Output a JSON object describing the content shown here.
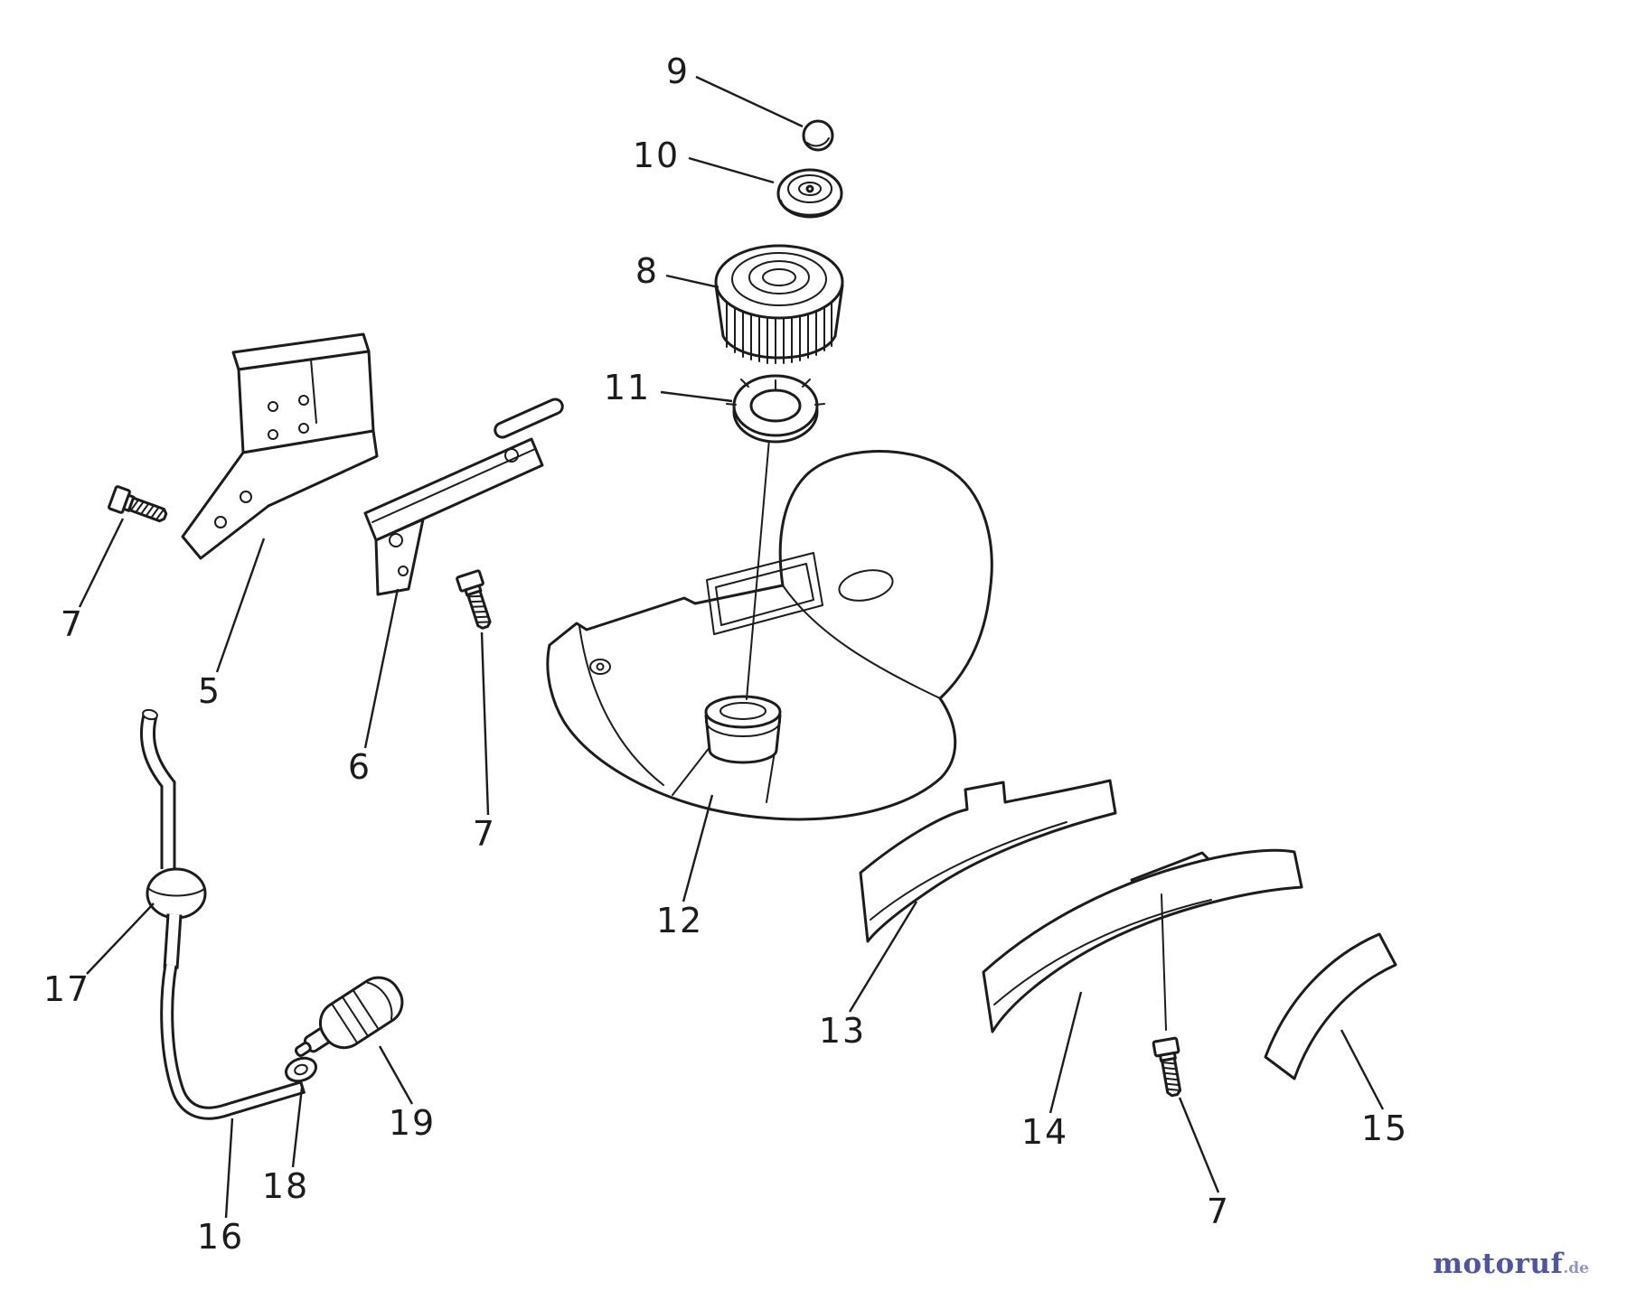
{
  "page": {
    "background_color": "#ffffff"
  },
  "watermark": {
    "brand": "motoruf",
    "tld": ".de",
    "brand_color": "#4f55a3",
    "tld_color": "#9296bf"
  },
  "diagram": {
    "kind": "exploded-parts-diagram",
    "ink_color": "#1c1c1c",
    "callouts": [
      {
        "part": "9",
        "label": [
          750,
          92
        ],
        "line": [
          770,
          85,
          888,
          140
        ]
      },
      {
        "part": "10",
        "label": [
          726,
          185
        ],
        "line": [
          762,
          175,
          856,
          202
        ]
      },
      {
        "part": "8",
        "label": [
          716,
          313
        ],
        "line": [
          737,
          305,
          795,
          318
        ]
      },
      {
        "part": "11",
        "label": [
          694,
          442
        ],
        "line": [
          731,
          434,
          810,
          444
        ]
      },
      {
        "part": "5",
        "label": [
          232,
          778
        ],
        "line": [
          240,
          744,
          292,
          596
        ]
      },
      {
        "part": "6",
        "label": [
          398,
          862
        ],
        "line": [
          404,
          828,
          440,
          652
        ]
      },
      {
        "part": "7",
        "label": [
          80,
          704
        ],
        "line": [
          88,
          672,
          136,
          574
        ]
      },
      {
        "part": "7",
        "label": [
          536,
          936
        ],
        "line": [
          540,
          902,
          533,
          700
        ]
      },
      {
        "part": "12",
        "label": [
          752,
          1032
        ],
        "line": [
          756,
          998,
          788,
          880
        ]
      },
      {
        "part": "13",
        "label": [
          932,
          1154
        ],
        "line": [
          940,
          1120,
          1014,
          998
        ]
      },
      {
        "part": "14",
        "label": [
          1156,
          1266
        ],
        "line": [
          1162,
          1232,
          1196,
          1098
        ]
      },
      {
        "part": "7",
        "label": [
          1348,
          1354
        ],
        "line": [
          1348,
          1320,
          1305,
          1215
        ]
      },
      {
        "part": "15",
        "label": [
          1532,
          1262
        ],
        "line": [
          1530,
          1228,
          1484,
          1140
        ]
      },
      {
        "part": "16",
        "label": [
          244,
          1382
        ],
        "line": [
          250,
          1348,
          257,
          1238
        ]
      },
      {
        "part": "17",
        "label": [
          74,
          1108
        ],
        "line": [
          96,
          1078,
          170,
          1000
        ]
      },
      {
        "part": "18",
        "label": [
          316,
          1326
        ],
        "line": [
          324,
          1292,
          334,
          1204
        ]
      },
      {
        "part": "19",
        "label": [
          456,
          1256
        ],
        "line": [
          456,
          1222,
          420,
          1158
        ]
      }
    ]
  }
}
